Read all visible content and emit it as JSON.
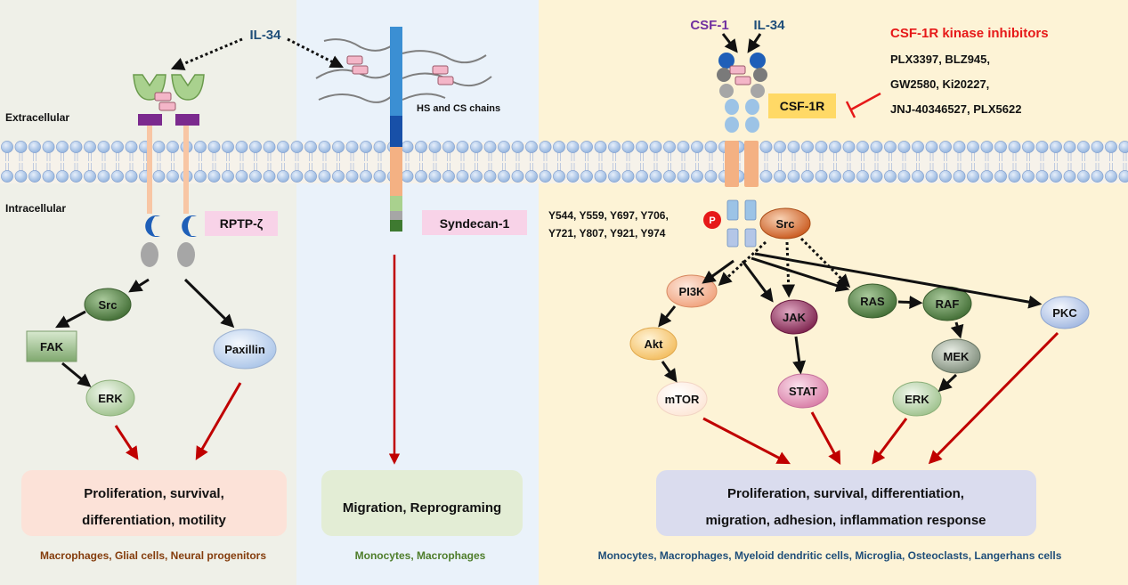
{
  "labels": {
    "il34_left": "IL-34",
    "extracellular": "Extracellular",
    "intracellular": "Intracellular",
    "rptp": "RPTP-ζ",
    "hs_cs": "HS and CS chains",
    "syndecan": "Syndecan-1",
    "csf1": "CSF-1",
    "il34_right": "IL-34",
    "csf1r": "CSF-1R",
    "inhibitors_title": "CSF-1R kinase inhibitors",
    "inhibitors_line1": "PLX3397, BLZ945,",
    "inhibitors_line2": "GW2580, Ki20227,",
    "inhibitors_line3": "JNJ-40346527, PLX5622",
    "tyr_line1": "Y544, Y559, Y697, Y706,",
    "tyr_line2": "Y721, Y807, Y921, Y974",
    "phospho": "P"
  },
  "nodes": {
    "src_left": "Src",
    "fak": "FAK",
    "erk_left": "ERK",
    "paxillin": "Paxillin",
    "src_right": "Src",
    "pi3k": "PI3K",
    "akt": "Akt",
    "mtor": "mTOR",
    "jak": "JAK",
    "stat": "STAT",
    "ras": "RAS",
    "raf": "RAF",
    "mek": "MEK",
    "erk_right": "ERK",
    "pkc": "PKC"
  },
  "outcomes": {
    "left_line1": "Proliferation, survival,",
    "left_line2": "differentiation, motility",
    "middle": "Migration, Reprograming",
    "right_line1": "Proliferation, survival, differentiation,",
    "right_line2": "migration, adhesion, inflammation response"
  },
  "cells": {
    "left": "Macrophages, Glial cells, Neural progenitors",
    "middle": "Monocytes, Macrophages",
    "right": "Monocytes, Macrophages, Myeloid dendritic cells, Microglia, Osteoclasts, Langerhans cells"
  },
  "colors": {
    "panel_left": "#eff0e8",
    "panel_middle": "#eaf2fa",
    "panel_right": "#fdf3d6",
    "membrane_head": "#a8c4ea",
    "inhibitor_red": "#e61919",
    "arrow_red": "#c00000",
    "il34_blue": "#1f4e79",
    "csf1_purple": "#7030a0",
    "cells_brown": "#843c0c",
    "cells_green": "#4e7d2a",
    "cells_blue": "#1f4e79"
  }
}
